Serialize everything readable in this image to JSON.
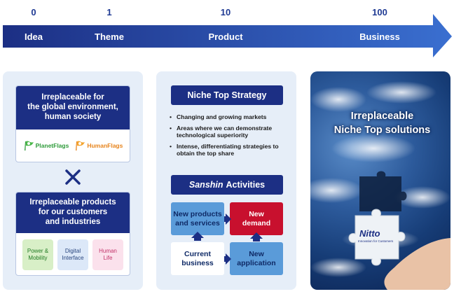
{
  "timeline": {
    "steps": [
      {
        "number": "0",
        "phase": "Idea"
      },
      {
        "number": "1",
        "phase": "Theme"
      },
      {
        "number": "10",
        "phase": "Product"
      },
      {
        "number": "100",
        "phase": "Business"
      }
    ],
    "colors": {
      "arrow_start": "#1c2f84",
      "arrow_end": "#3a6fd0"
    }
  },
  "left_panel": {
    "top_card_title": "Irreplaceable for the global environment, human society",
    "top_card_title_lines": [
      "Irreplaceable for",
      "the global environment,",
      "human society"
    ],
    "flags": {
      "planet": "PlanetFlags",
      "human": "HumanFlags"
    },
    "combine_symbol": "×",
    "bottom_card_title_lines": [
      "Irreplaceable products",
      "for our customers",
      "and industries"
    ],
    "fields": [
      {
        "line1": "Power &",
        "line2": "Mobility"
      },
      {
        "line1": "Digital",
        "line2": "Interface"
      },
      {
        "line1": "Human",
        "line2": "Life"
      }
    ]
  },
  "middle_panel": {
    "strategy_title": "Niche Top Strategy",
    "bullets": [
      "Changing and growing markets",
      "Areas where we can demonstrate technological superiority",
      "Intense, differentiating strategies to obtain the top share"
    ],
    "activities_title_italic": "Sanshin",
    "activities_title_rest": "Activities",
    "boxes": {
      "new_products_lines": [
        "New products",
        "and services"
      ],
      "new_demand_lines": [
        "New",
        "demand"
      ],
      "current_business_lines": [
        "Current",
        "business"
      ],
      "new_application_lines": [
        "New",
        "application"
      ]
    },
    "colors": {
      "navy": "#1c2f84",
      "blue": "#5a9bd9",
      "red": "#c8102e"
    }
  },
  "right_panel": {
    "headline_lines": [
      "Irreplaceable",
      "Niche Top solutions"
    ],
    "logo_text": "Nitto",
    "logo_tagline": "Innovation for Customers"
  }
}
